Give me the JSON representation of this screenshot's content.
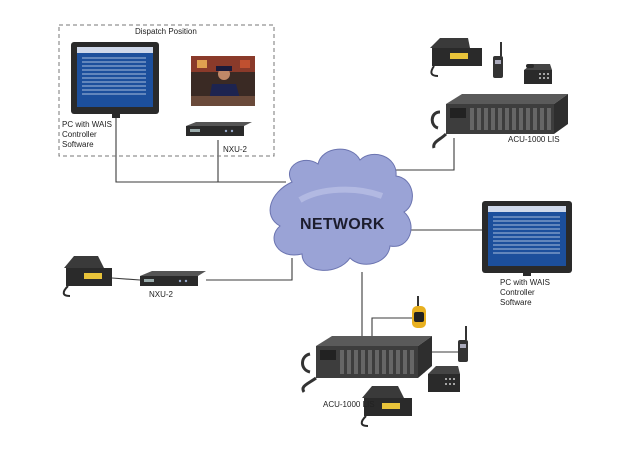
{
  "labels": {
    "dispatch_position": "Dispatch Position",
    "pc_top": [
      "PC with WAIS",
      "Controller",
      "Software"
    ],
    "nxu_top": "NXU-2",
    "acu_top": "ACU-1000 LIS",
    "network": "NETWORK",
    "pc_right": [
      "PC with WAIS",
      "Controller",
      "Software"
    ],
    "nxu_left": "NXU-2",
    "acu_bottom": "ACU-1000 LIS"
  },
  "colors": {
    "cloud_fill": "#9aa3d6",
    "cloud_edge": "#6b74b0",
    "link_line": "#3b3b3b",
    "screen_blue": "#1c4f9c",
    "device_dark": "#2a2a2a",
    "acu_panel": "#3d3d3d",
    "lcd_yellow": "#e8c33a",
    "dashed_border": "#777777"
  },
  "nodes": [
    {
      "id": "network-cloud",
      "icon": "cloud-icon"
    },
    {
      "id": "dispatch-monitor",
      "icon": "monitor-icon"
    },
    {
      "id": "dispatcher-photo",
      "icon": "photo-icon"
    },
    {
      "id": "nxu-top",
      "icon": "network-box-icon"
    },
    {
      "id": "acu-top",
      "icon": "rack-unit-icon"
    },
    {
      "id": "pc-right",
      "icon": "monitor-icon"
    },
    {
      "id": "nxu-left",
      "icon": "network-box-icon"
    },
    {
      "id": "acu-bottom",
      "icon": "rack-unit-icon"
    }
  ]
}
